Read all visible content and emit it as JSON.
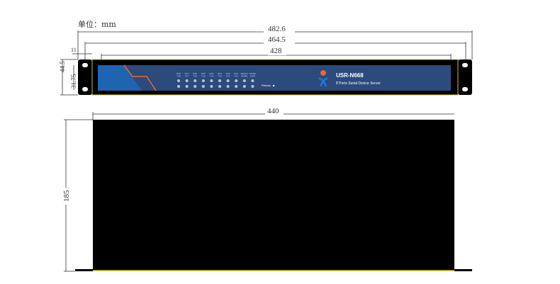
{
  "unit_label": "单位：mm",
  "dimensions": {
    "total_width": "482.6",
    "ear_span": "464.5",
    "panel_width": "428",
    "height": "44.5",
    "hole_spacing": "31.75",
    "ear_offset": "11",
    "body_width": "440",
    "depth": "185"
  },
  "device": {
    "model": "USR-N668",
    "subtitle": "8 Ports Serial Device Server",
    "reload_label": "Reload",
    "led_labels": [
      "RX8 TX8",
      "RX7 TX7",
      "RX6 TX6",
      "RX5 TX5",
      "RX4 TX4",
      "RX3 TX3",
      "RX2 TX2",
      "RX1 TX1",
      "READY WORK",
      "WORK PWR"
    ]
  },
  "colors": {
    "panel_blue": "#2c4a7c",
    "accent_orange": "#e8692a",
    "frame_yellow": "#c8c020"
  }
}
